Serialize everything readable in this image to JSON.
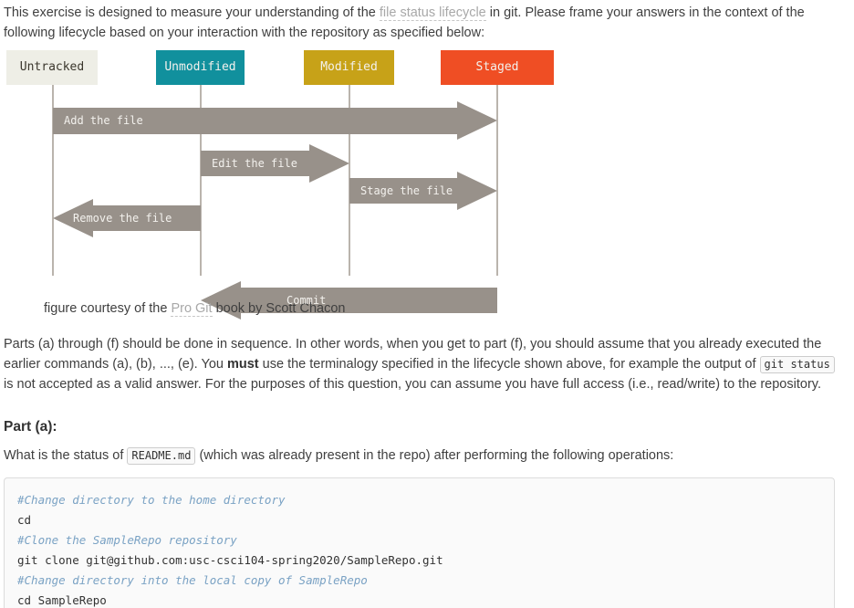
{
  "intro": {
    "text_before_link": "This exercise is designed to measure your understanding of the ",
    "link_label": "file status lifecycle",
    "text_after_link": " in git. Please frame your answers in the context of the following lifecycle based on your interaction with the repository as specified below:"
  },
  "diagram": {
    "arrow_color": "#98918a",
    "lifeline_color": "#bab4ad",
    "states": [
      {
        "label": "Untracked",
        "bg": "#eeeee6",
        "text_color": "#3a362c"
      },
      {
        "label": "Unmodified",
        "bg": "#11909d",
        "text_color": "#f3f1ed"
      },
      {
        "label": "Modified",
        "bg": "#c7a218",
        "text_color": "#f3f1ed"
      },
      {
        "label": "Staged",
        "bg": "#ef4e24",
        "text_color": "#f3f1ed"
      }
    ],
    "transitions": [
      {
        "label": "Add the file",
        "from": "Untracked",
        "to": "Staged",
        "direction": "right"
      },
      {
        "label": "Edit the file",
        "from": "Unmodified",
        "to": "Modified",
        "direction": "right"
      },
      {
        "label": "Stage the file",
        "from": "Modified",
        "to": "Staged",
        "direction": "right"
      },
      {
        "label": "Remove the file",
        "from": "Unmodified",
        "to": "Untracked",
        "direction": "left"
      },
      {
        "label": "Commit",
        "from": "Staged",
        "to": "Unmodified",
        "direction": "left"
      }
    ]
  },
  "caption": {
    "text_before_link": "figure courtesy of the ",
    "link_label": "Pro Git",
    "text_after_link": " book by Scott Chacon"
  },
  "parts_paragraph": {
    "text_1": "Parts (a) through (f) should be done in sequence. In other words, when you get to part (f), you should assume that you already executed the earlier commands (a), (b), ..., (e). You ",
    "bold_word": "must",
    "text_2": " use the terminalogy specified in the lifecycle shown above, for example the output of ",
    "inline_code": "git status",
    "text_3": " is not accepted as a valid answer. For the purposes of this question, you can assume you have full access (i.e., read/write) to the repository."
  },
  "part_a": {
    "heading": "Part (a):",
    "question_before_code": "What is the status of ",
    "inline_code": "README.md",
    "question_after_code": " (which was already present in the repo) after performing the following operations:"
  },
  "code_block": {
    "comment_color": "#7aa2c4",
    "command_color": "#333333",
    "lines": [
      {
        "type": "comment",
        "text": "#Change directory to the home directory"
      },
      {
        "type": "command",
        "text": "cd"
      },
      {
        "type": "comment",
        "text": "#Clone the SampleRepo repository"
      },
      {
        "type": "command",
        "text": "git clone git@github.com:usc-csci104-spring2020/SampleRepo.git"
      },
      {
        "type": "comment",
        "text": "#Change directory into the local copy of SampleRepo"
      },
      {
        "type": "command",
        "text": "cd SampleRepo"
      }
    ]
  }
}
